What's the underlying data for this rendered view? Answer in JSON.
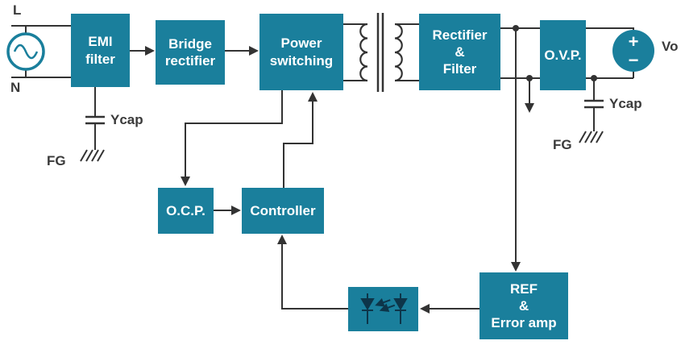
{
  "blocks": {
    "emi_filter": {
      "label": "EMI\nfilter"
    },
    "bridge_rectifier": {
      "label": "Bridge\nrectifier"
    },
    "power_switching": {
      "label": "Power\nswitching"
    },
    "rectifier_filter": {
      "label": "Rectifier\n&\nFilter"
    },
    "ovp": {
      "label": "O.V.P."
    },
    "ocp": {
      "label": "O.C.P."
    },
    "controller": {
      "label": "Controller"
    },
    "ref_error_amp": {
      "label": "REF\n&\nError amp"
    }
  },
  "labels": {
    "line": "L",
    "neutral": "N",
    "ycap_left": "Ycap",
    "fg_left": "FG",
    "ycap_right": "Ycap",
    "fg_right": "FG",
    "vo": "Vo",
    "plus": "+",
    "minus": "−"
  },
  "colors": {
    "block_teal": "#1A7F9C",
    "wire": "#333333",
    "opto_symbol": "#0D3549",
    "block_text": "#FFFFFF",
    "label_text": "#3A3A3A"
  }
}
